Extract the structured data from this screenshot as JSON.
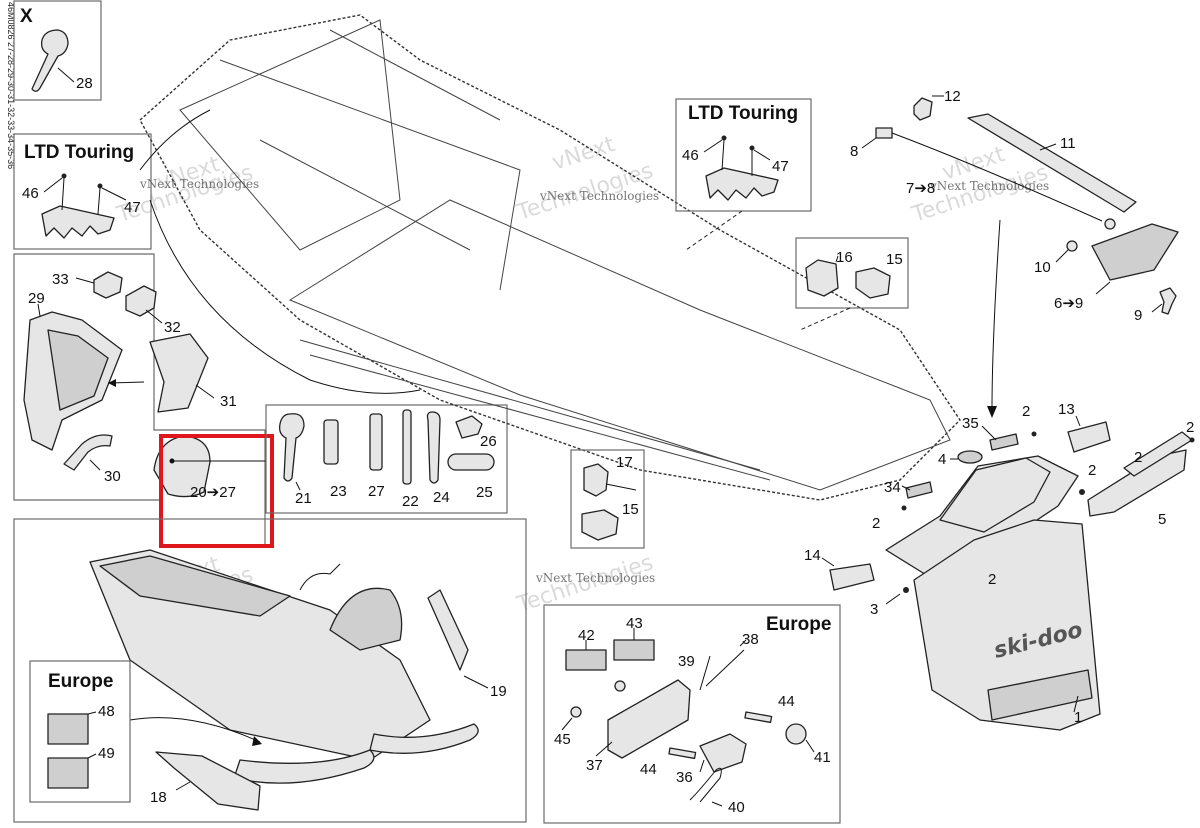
{
  "diagram": {
    "side_code": "46M0826 27-28-29-30-31-32-33-34-35-36",
    "inset_x_title": "X",
    "ltd_touring_left_title": "LTD Touring",
    "ltd_touring_right_title": "LTD Touring",
    "europe_left_title": "Europe",
    "europe_right_title": "Europe",
    "watermark_small": "vNext Technologies",
    "watermark_large": "Technologies",
    "watermark_next": "vNext",
    "highlight_color": "#e0161d",
    "brand_logo_text": "ski-doo",
    "callouts": {
      "c1": "1",
      "c2a": "2",
      "c2b": "2",
      "c2c": "2",
      "c2d": "2",
      "c2e": "2",
      "c2f": "2",
      "c3": "3",
      "c4": "4",
      "c5": "5",
      "c6_9": "6➔9",
      "c7_8": "7➔8",
      "c8": "8",
      "c9": "9",
      "c10": "10",
      "c11": "11",
      "c12": "12",
      "c13": "13",
      "c14": "14",
      "c15a": "15",
      "c15b": "15",
      "c16": "16",
      "c17": "17",
      "c18": "18",
      "c19": "19",
      "c20_27": "20➔27",
      "c21": "21",
      "c22": "22",
      "c23": "23",
      "c24": "24",
      "c25": "25",
      "c26": "26",
      "c27": "27",
      "c28": "28",
      "c29": "29",
      "c30": "30",
      "c31": "31",
      "c32": "32",
      "c33": "33",
      "c34": "34",
      "c35": "35",
      "c36": "36",
      "c37": "37",
      "c38": "38",
      "c39": "39",
      "c40": "40",
      "c41": "41",
      "c42": "42",
      "c43": "43",
      "c44a": "44",
      "c44b": "44",
      "c45": "45",
      "c46a": "46",
      "c46b": "46",
      "c47a": "47",
      "c47b": "47",
      "c48": "48",
      "c49": "49"
    }
  }
}
